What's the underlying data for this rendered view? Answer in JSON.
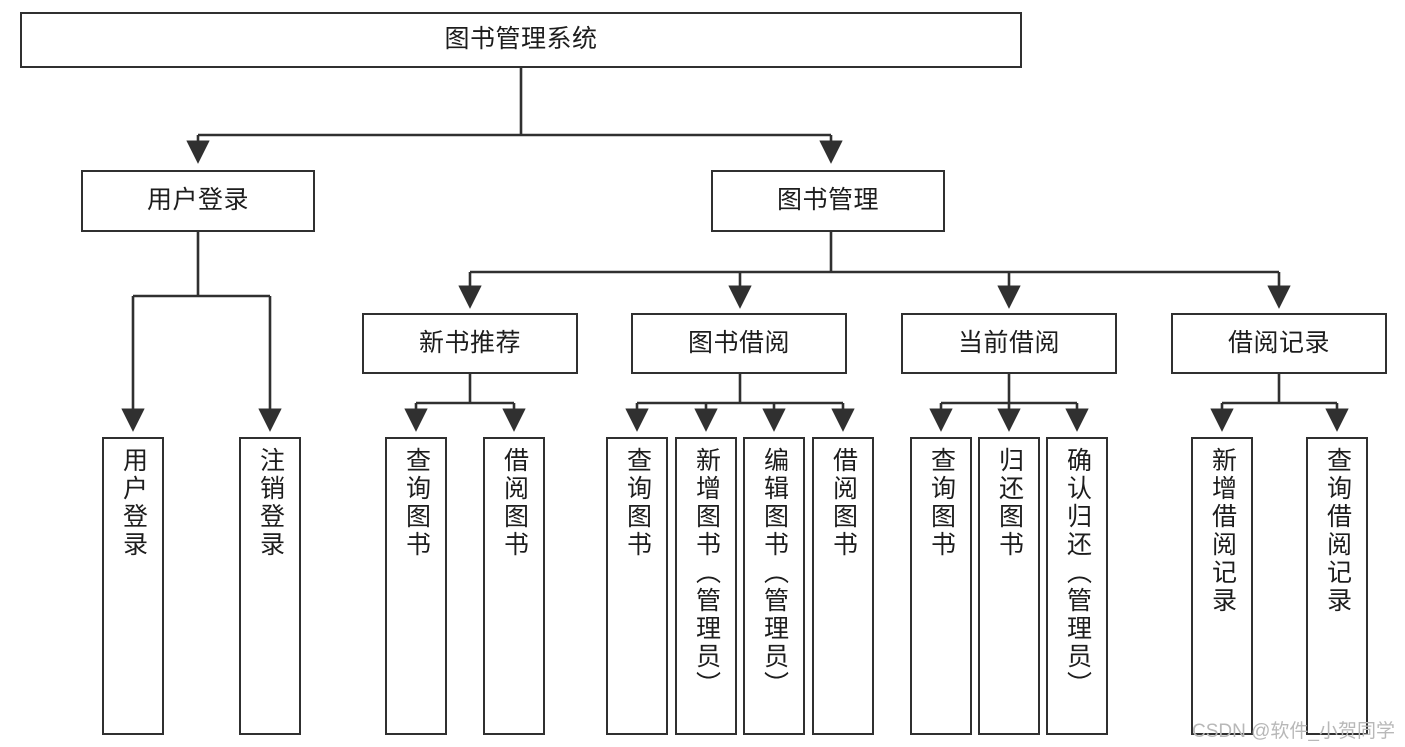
{
  "diagram": {
    "title": "图书管理系统",
    "root": {
      "label": "图书管理系统"
    },
    "level2": [
      {
        "label": "用户登录"
      },
      {
        "label": "图书管理"
      }
    ],
    "level3": [
      {
        "label": "新书推荐"
      },
      {
        "label": "图书借阅"
      },
      {
        "label": "当前借阅"
      },
      {
        "label": "借阅记录"
      }
    ],
    "leaves": {
      "user_login": [
        {
          "label": "用户登录"
        },
        {
          "label": "注销登录"
        }
      ],
      "new_book_recommend": [
        {
          "label": "查询图书"
        },
        {
          "label": "借阅图书"
        }
      ],
      "book_borrow": [
        {
          "label": "查询图书"
        },
        {
          "label": "新增图书（管理员）"
        },
        {
          "label": "编辑图书（管理员）"
        },
        {
          "label": "借阅图书"
        }
      ],
      "current_borrow": [
        {
          "label": "查询图书"
        },
        {
          "label": "归还图书"
        },
        {
          "label": "确认归还（管理员）"
        }
      ],
      "borrow_record": [
        {
          "label": "新增借阅记录"
        },
        {
          "label": "查询借阅记录"
        }
      ]
    }
  },
  "watermark": {
    "text": "CSDN @软件_小贺同学"
  },
  "colors": {
    "stroke": "#303030",
    "text": "#1d1d1d",
    "background": "#ffffff",
    "watermark": "#b8b8b8"
  }
}
